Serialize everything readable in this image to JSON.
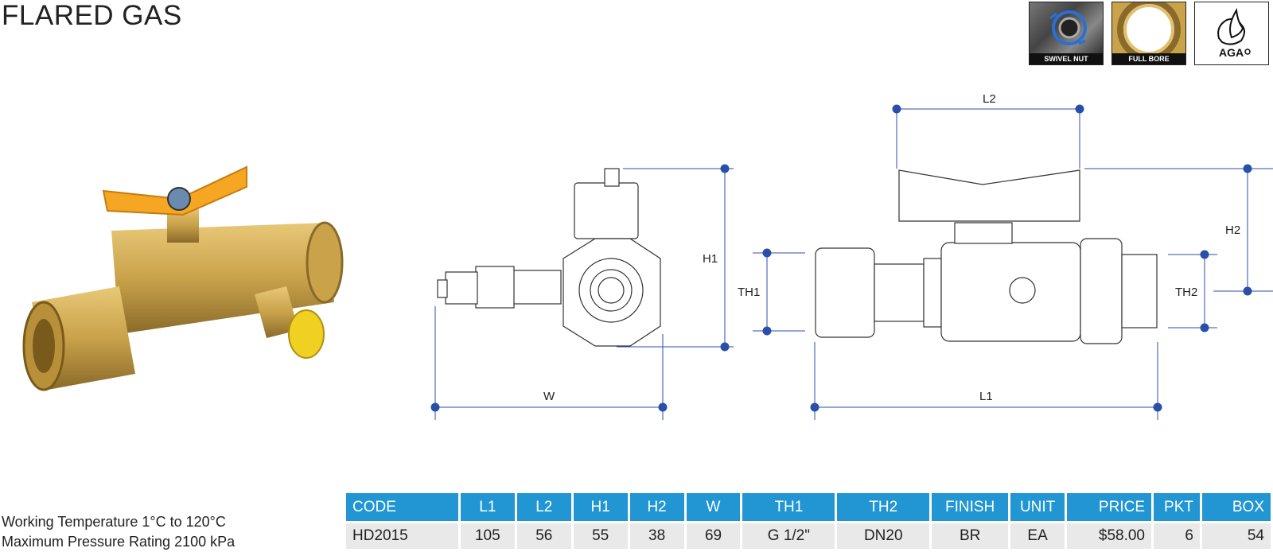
{
  "header": {
    "title": "FLARED GAS"
  },
  "badges": [
    {
      "icon": "swivel-nut-icon",
      "label": "SWIVEL NUT"
    },
    {
      "icon": "full-bore-icon",
      "label": "FULL BORE"
    },
    {
      "icon": "aga-icon",
      "label": "AGA"
    }
  ],
  "drawing": {
    "side_view": {
      "h1": "H1",
      "w": "W"
    },
    "front_view": {
      "l1": "L1",
      "l2": "L2",
      "h2": "H2",
      "th1": "TH1",
      "th2": "TH2"
    }
  },
  "specs": {
    "working_temperature": "Working Temperature  1°C to 120°C",
    "max_pressure": "Maximum Pressure Rating  2100 kPa"
  },
  "table": {
    "headers": [
      "CODE",
      "L1",
      "L2",
      "H1",
      "H2",
      "W",
      "TH1",
      "TH2",
      "FINISH",
      "UNIT",
      "PRICE",
      "PKT",
      "BOX"
    ],
    "rows": [
      [
        "HD2015",
        "105",
        "56",
        "55",
        "38",
        "69",
        "G 1/2\"",
        "DN20",
        "BR",
        "EA",
        "$58.00",
        "6",
        "54"
      ]
    ]
  },
  "colors": {
    "accent": "#2196d3",
    "dimension_line": "#2a4fa8",
    "brass": "#c9a24a",
    "handle": "#f5a623"
  }
}
